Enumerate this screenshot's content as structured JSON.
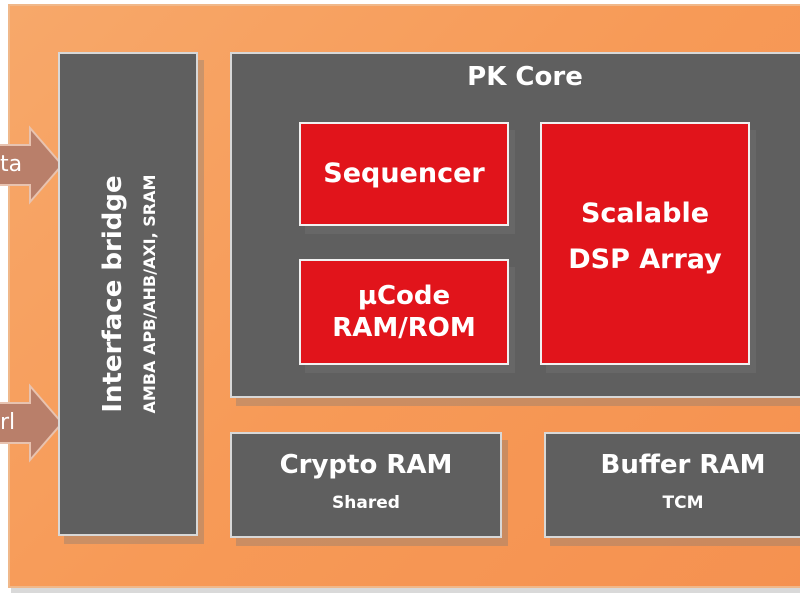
{
  "interface_bridge": {
    "title": "Interface bridge",
    "subtitle": "AMBA APB/AHB/AXI, SRAM"
  },
  "pk_core": {
    "title": "PK Core",
    "sequencer": "Sequencer",
    "ucode_line1": "µCode",
    "ucode_line2": "RAM/ROM",
    "dsp_line1": "Scalable",
    "dsp_line2": "DSP Array"
  },
  "crypto_ram": {
    "title": "Crypto RAM",
    "subtitle": "Shared"
  },
  "buffer_ram": {
    "title": "Buffer RAM",
    "subtitle": "TCM"
  },
  "arrows": {
    "top": "ta",
    "bottom": "rl"
  },
  "colors": {
    "background": "#f79a57",
    "block_gray": "#5f5f5f",
    "block_red": "#e1141b",
    "arrow": "#b97f6a"
  }
}
